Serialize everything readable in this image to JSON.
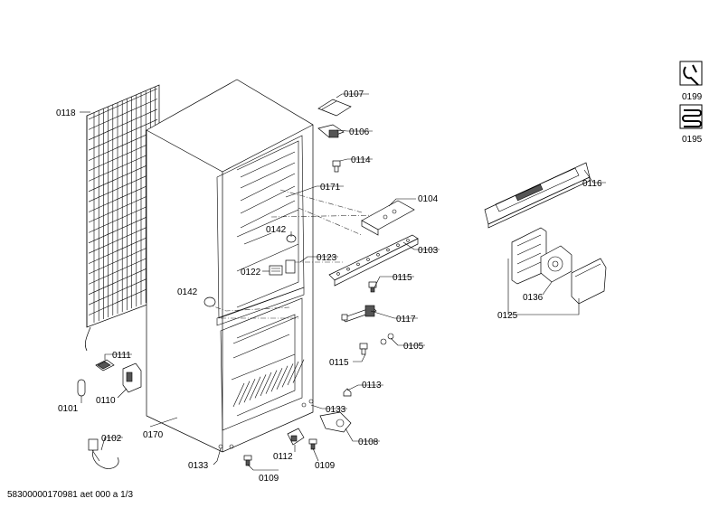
{
  "footer": "58300000170981 aet 000 a 1/3",
  "labels": {
    "p0107": "0107",
    "p0106": "0106",
    "p0114": "0114",
    "p0171": "0171",
    "p0104": "0104",
    "p0118": "0118",
    "p0142a": "0142",
    "p0142b": "0142",
    "p0123": "0123",
    "p0122": "0122",
    "p0103": "0103",
    "p0115a": "0115",
    "p0117": "0117",
    "p0105": "0105",
    "p0115b": "0115",
    "p0111": "0111",
    "p0110": "0110",
    "p0101": "0101",
    "p0113": "0113",
    "p0133a": "0133",
    "p0133b": "0133",
    "p0102": "0102",
    "p0170": "0170",
    "p0108": "0108",
    "p0112": "0112",
    "p0109a": "0109",
    "p0109b": "0109",
    "p0116": "0116",
    "p0136": "0136",
    "p0125": "0125",
    "p0199": "0199",
    "p0195": "0195"
  }
}
